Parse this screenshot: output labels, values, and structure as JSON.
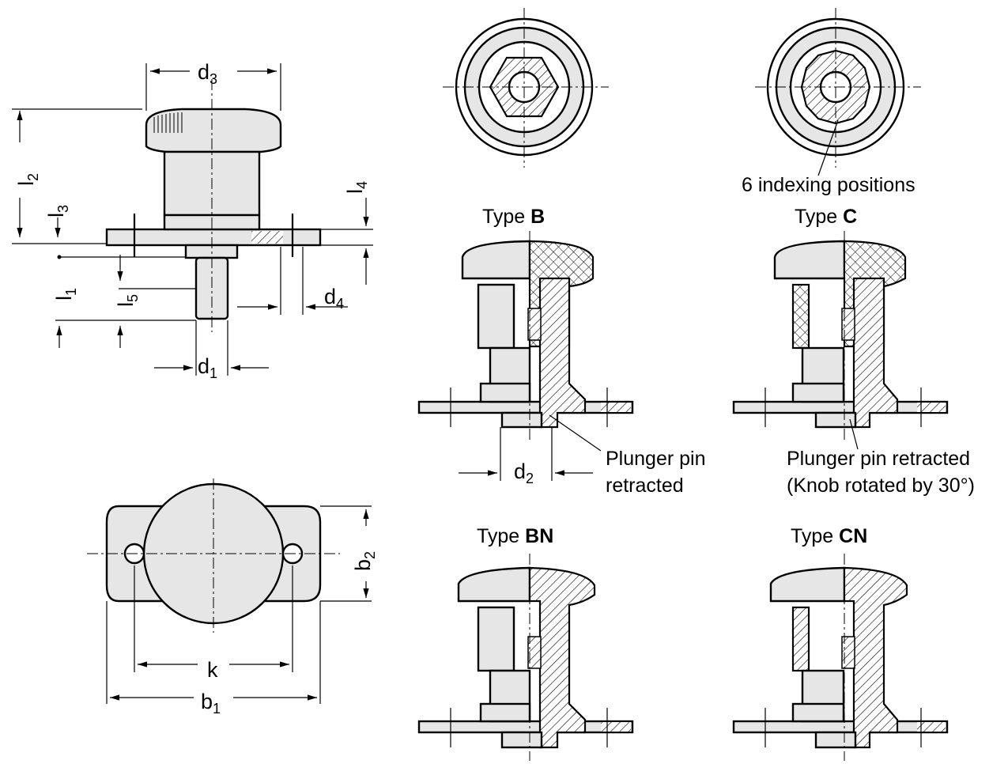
{
  "dimensions": {
    "d3": {
      "main": "d",
      "sub": "3"
    },
    "l2": {
      "main": "l",
      "sub": "2"
    },
    "l3": {
      "main": "l",
      "sub": "3"
    },
    "l4": {
      "main": "l",
      "sub": "4"
    },
    "l1": {
      "main": "l",
      "sub": "1"
    },
    "l5": {
      "main": "l",
      "sub": "5"
    },
    "d4": {
      "main": "d",
      "sub": "4"
    },
    "d1": {
      "main": "d",
      "sub": "1"
    },
    "d2": {
      "main": "d",
      "sub": "2"
    },
    "b2": {
      "main": "b",
      "sub": "2"
    },
    "k": {
      "main": "k"
    },
    "b1": {
      "main": "b",
      "sub": "1"
    }
  },
  "types": {
    "b": {
      "prefix": "Type ",
      "code": "B"
    },
    "c": {
      "prefix": "Type ",
      "code": "C"
    },
    "bn": {
      "prefix": "Type ",
      "code": "BN"
    },
    "cn": {
      "prefix": "Type ",
      "code": "CN"
    }
  },
  "notes": {
    "indexing": "6 indexing positions",
    "plunger_b_line1": "Plunger pin",
    "plunger_b_line2": "retracted",
    "plunger_c_line1": "Plunger pin retracted",
    "plunger_c_line2": "(Knob rotated by 30°)"
  }
}
